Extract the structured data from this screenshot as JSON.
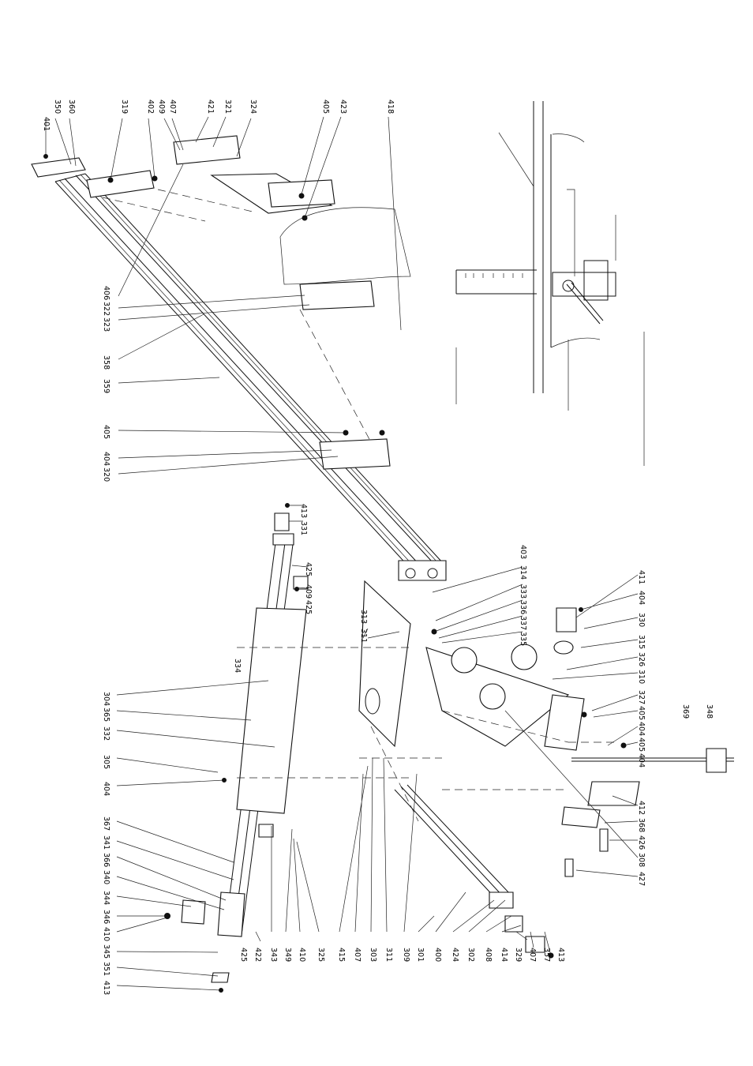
{
  "diagram": {
    "labels_top": [
      "401",
      "350",
      "360",
      "319",
      "402",
      "409",
      "407",
      "421",
      "321",
      "324",
      "405",
      "423",
      "418"
    ],
    "labels_left_top": [
      "406",
      "322",
      "323",
      "358",
      "359",
      "405",
      "404",
      "320"
    ],
    "labels_mid": [
      "413",
      "331",
      "425",
      "409",
      "425",
      "311",
      "313",
      "334",
      "403",
      "314",
      "333",
      "336",
      "337",
      "335"
    ],
    "labels_right": [
      "411",
      "404",
      "330",
      "315",
      "326",
      "310",
      "327",
      "405",
      "404",
      "405",
      "404",
      "369",
      "348",
      "412",
      "368",
      "426",
      "308",
      "427"
    ],
    "labels_left": [
      "304",
      "365",
      "332",
      "305",
      "404",
      "367",
      "341",
      "366",
      "340",
      "344",
      "346",
      "410",
      "345",
      "351",
      "413"
    ],
    "labels_bottom": [
      "425",
      "422",
      "343",
      "349",
      "410",
      "325",
      "415",
      "407",
      "303",
      "311",
      "309",
      "301",
      "400",
      "424",
      "302",
      "408",
      "414",
      "329",
      "407",
      "357",
      "413"
    ]
  }
}
